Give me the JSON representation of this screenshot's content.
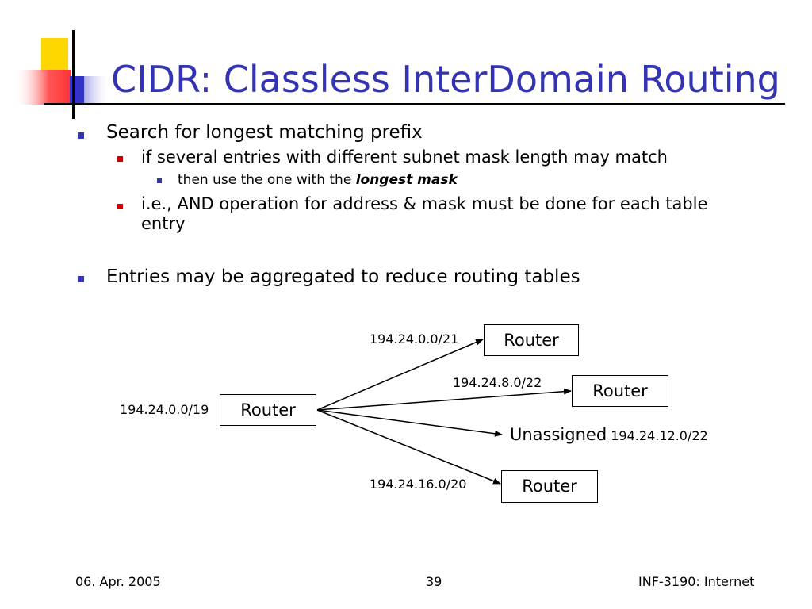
{
  "slide": {
    "title": "CIDR: Classless InterDomain Routing",
    "bullets": {
      "b1": "Search for longest matching prefix",
      "b1_1": "if several entries with different subnet mask length may match",
      "b1_1_1_prefix": "then use the one with the ",
      "b1_1_1_emphasis": "longest mask",
      "b1_2_line1": "i.e., AND operation for address & mask must be done for each table",
      "b1_2_line2": "entry",
      "b2": "Entries may be aggregated to reduce routing tables"
    }
  },
  "diagram": {
    "source": {
      "label": "Router",
      "prefix": "194.24.0.0/19"
    },
    "routes": [
      {
        "label": "Router",
        "prefix": "194.24.0.0/21"
      },
      {
        "label": "Router",
        "prefix": "194.24.8.0/22"
      },
      {
        "label": "Unassigned",
        "prefix": "194.24.12.0/22"
      },
      {
        "label": "Router",
        "prefix": "194.24.16.0/20"
      }
    ]
  },
  "footer": {
    "date": "06. Apr. 2005",
    "page": "39",
    "course": "INF-3190: Internet"
  },
  "colors": {
    "title": "#3333b3",
    "bullet_primary": "#3333b3",
    "bullet_secondary": "#cc0000",
    "logo_yellow": "#ffd700",
    "logo_red": "#ff3333",
    "logo_blue": "#3333cc"
  }
}
